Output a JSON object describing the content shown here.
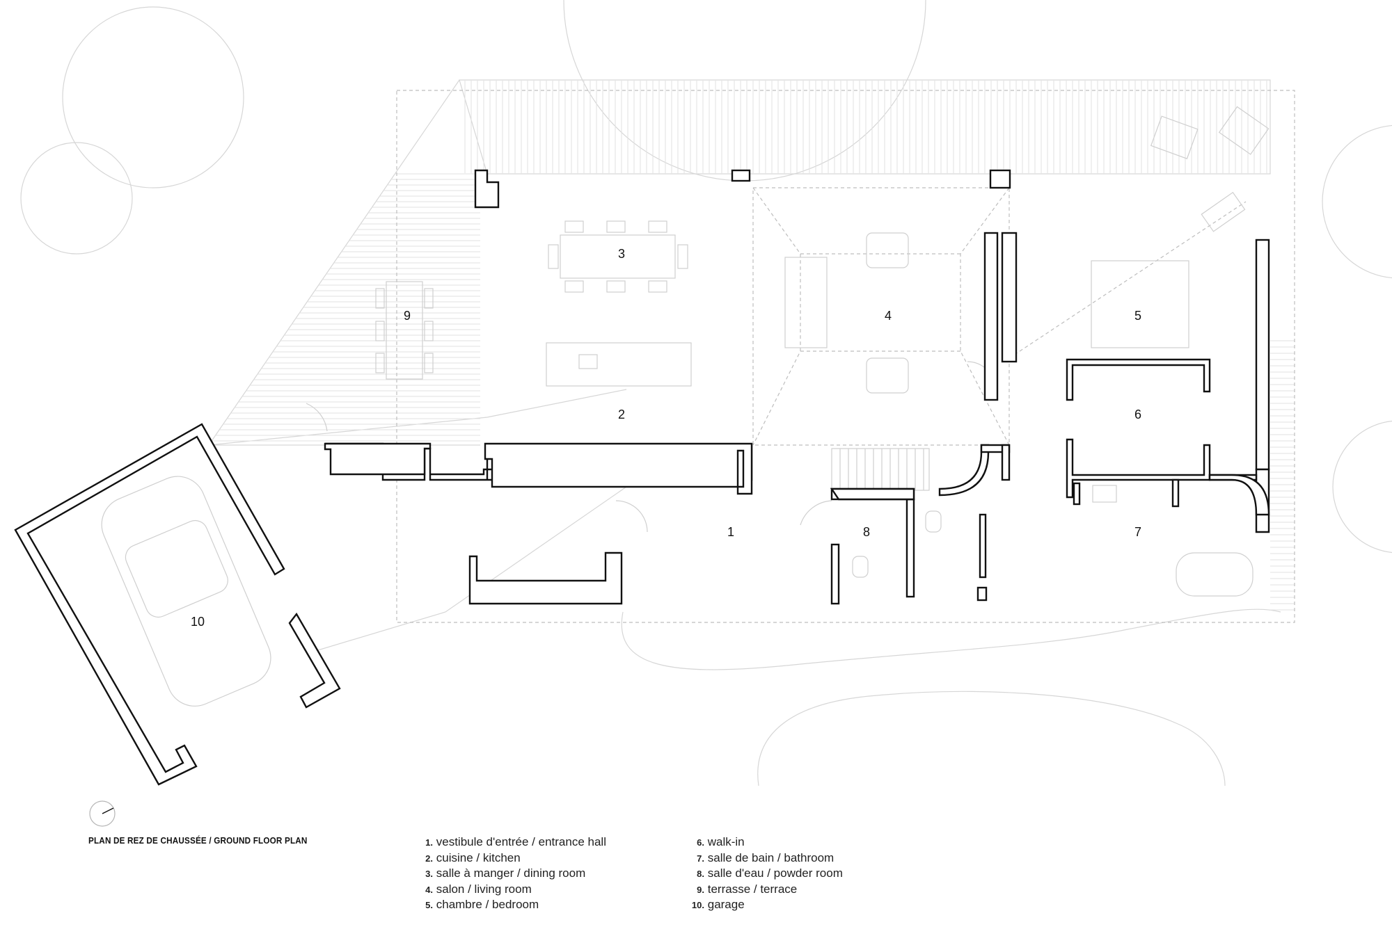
{
  "plan_title": "PLAN DE REZ DE CHAUSSÉE  / GROUND FLOOR PLAN",
  "rooms": [
    {
      "num": "1",
      "label": "vestibule d'entrée / entrance hall"
    },
    {
      "num": "2",
      "label": "cuisine / kitchen"
    },
    {
      "num": "3",
      "label": "salle à manger / dining room"
    },
    {
      "num": "4",
      "label": "salon / living room"
    },
    {
      "num": "5",
      "label": "chambre / bedroom"
    },
    {
      "num": "6",
      "label": "walk-in"
    },
    {
      "num": "7",
      "label": "salle de bain / bathroom"
    },
    {
      "num": "8",
      "label": "salle d'eau / powder room"
    },
    {
      "num": "9",
      "label": "terrasse / terrace"
    },
    {
      "num": "10",
      "label": "garage"
    }
  ],
  "legend": {
    "left": [
      {
        "num": "1.",
        "text": "vestibule d'entrée / entrance hall"
      },
      {
        "num": "2.",
        "text": "cuisine / kitchen"
      },
      {
        "num": "3.",
        "text": "salle à manger / dining room"
      },
      {
        "num": "4.",
        "text": "salon / living room"
      },
      {
        "num": "5.",
        "text": "chambre / bedroom"
      }
    ],
    "right": [
      {
        "num": "6.",
        "text": "walk-in"
      },
      {
        "num": "7.",
        "text": "salle de bain / bathroom"
      },
      {
        "num": "8.",
        "text": "salle d'eau / powder room"
      },
      {
        "num": "9.",
        "text": "terrasse / terrace"
      },
      {
        "num": "10.",
        "text": "garage"
      }
    ]
  },
  "icons": {
    "north_arrow": "north-arrow-icon"
  }
}
